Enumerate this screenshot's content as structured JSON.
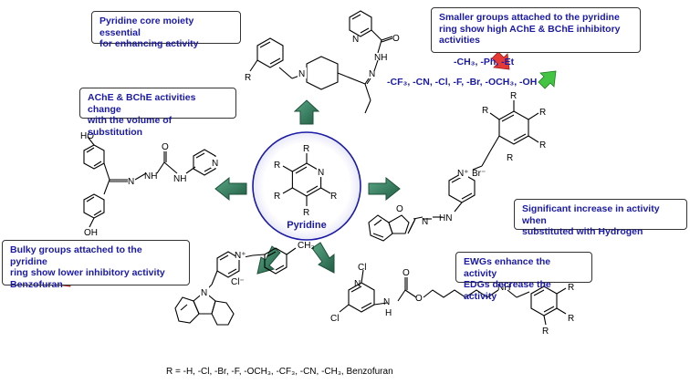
{
  "center": {
    "title": "Pyridine",
    "atom_n": "N",
    "sub_r": "R"
  },
  "notes": {
    "core": [
      "Pyridine core moiety essential",
      "for enhancing activity"
    ],
    "smaller": [
      "Smaller groups attached to the pyridine",
      "ring show high AChE & BChE inhibitory",
      "activities"
    ],
    "volume": [
      "AChE & BChE activities change",
      "with the volume of substitution"
    ],
    "bulky": [
      "Bulky groups attached to the pyridine",
      "ring show lower inhibitory activity",
      "Benzofuran"
    ],
    "hydrogen": [
      "Significant increase in activity when",
      "substituted with Hydrogen"
    ],
    "ewg": [
      "EWGs enhance the activity",
      "EDGs decrease the activity"
    ]
  },
  "substituent_lines": {
    "up": "-CH₃, -Ph, -Et",
    "down": "-CF₃, -CN, -Cl, -F, -Br, -OCH₃, -OH"
  },
  "atom_labels": {
    "N": "N",
    "R": "R",
    "O": "O",
    "H": "H",
    "NH": "NH",
    "HN": "HN",
    "HO": "HO",
    "OH": "OH",
    "Cl": "Cl",
    "ClMinus": "Cl⁻",
    "BrMinus": "Br⁻",
    "Nplus": "N⁺",
    "CH3": "CH₃"
  },
  "footer": "R = -H, -Cl, -Br, -F, -OCH₃, -CF₃, -CN, -CH₃, Benzofuran",
  "colors": {
    "note_text": "#1a1aa6",
    "circle": "#1a1aa6",
    "arrow_fill": "#2e7d5b",
    "arrow_stroke": "#1c4f39",
    "red_arrow": "#e53935",
    "green_arrow": "#43c443"
  },
  "icons": {
    "green_arrows": "teal-block-arrow-icon",
    "decrease": "red-down-arrow-icon",
    "increase": "green-up-arrow-icon"
  }
}
